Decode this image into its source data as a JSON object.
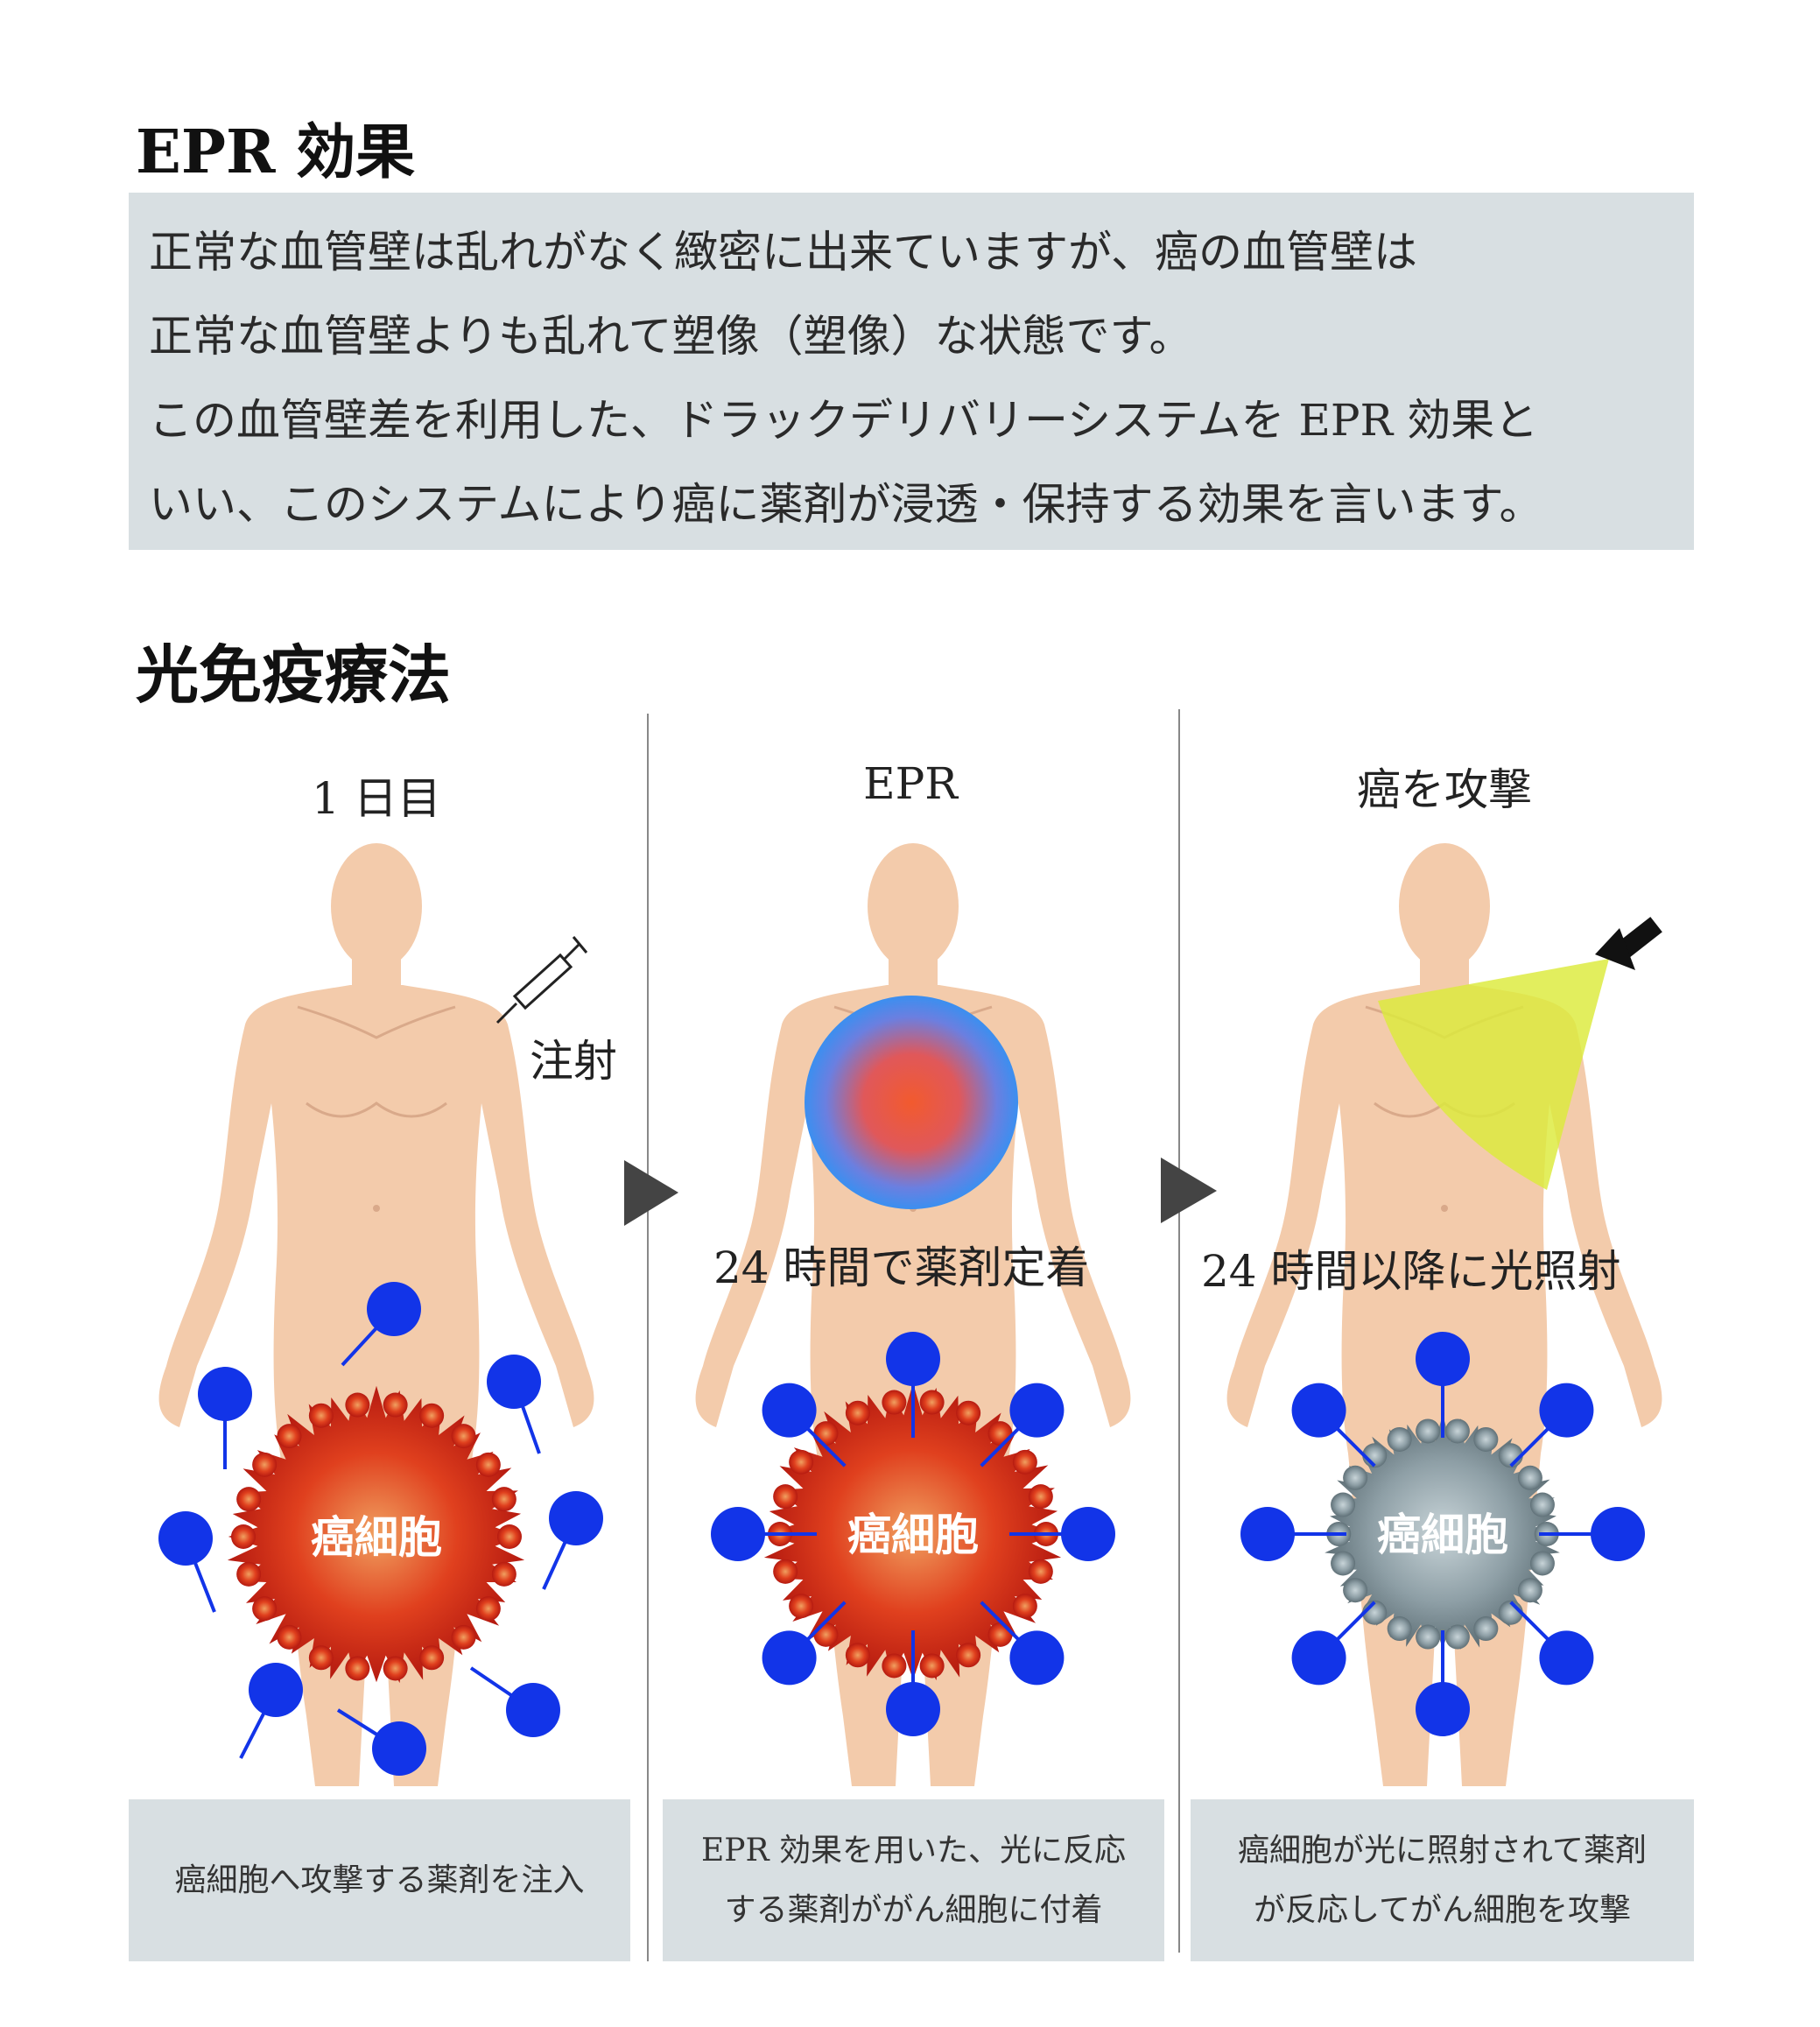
{
  "epr": {
    "title": "EPR 効果",
    "lines": [
      "正常な血管壁は乱れがなく緻密に出来ていますが、癌の血管壁は",
      "正常な血管壁よりも乱れて塑像（塑像）な状態です。",
      "この血管壁差を利用した、ドラックデリバリーシステムを EPR 効果と",
      "いい、このシステムにより癌に薬剤が浸透・保持する効果を言います。"
    ]
  },
  "pit": {
    "title": "光免疫療法",
    "steps": [
      {
        "header": "1 日目",
        "note": "注射",
        "cell_label": "癌細胞",
        "caption": [
          "癌細胞へ攻撃する薬剤を注入"
        ]
      },
      {
        "header": "EPR",
        "note": "24 時間で薬剤定着",
        "cell_label": "癌細胞",
        "caption": [
          "EPR 効果を用いた、光に反応",
          "する薬剤ががん細胞に付着"
        ]
      },
      {
        "header": "癌を攻撃",
        "note": "24 時間以降に光照射",
        "cell_label": "癌細胞",
        "caption": [
          "癌細胞が光に照射されて薬剤",
          "が反応してがん細胞を攻撃"
        ]
      }
    ]
  },
  "colors": {
    "box_bg": "#d8dfe2",
    "skin": "#f3cbab",
    "drug_blue": "#1234e8",
    "cancer_red": "#d9361c",
    "dead_cell_gray": "#8a9ba3",
    "light_yellow": "#dcea3a",
    "glow_blue": "#3b8ff0"
  }
}
